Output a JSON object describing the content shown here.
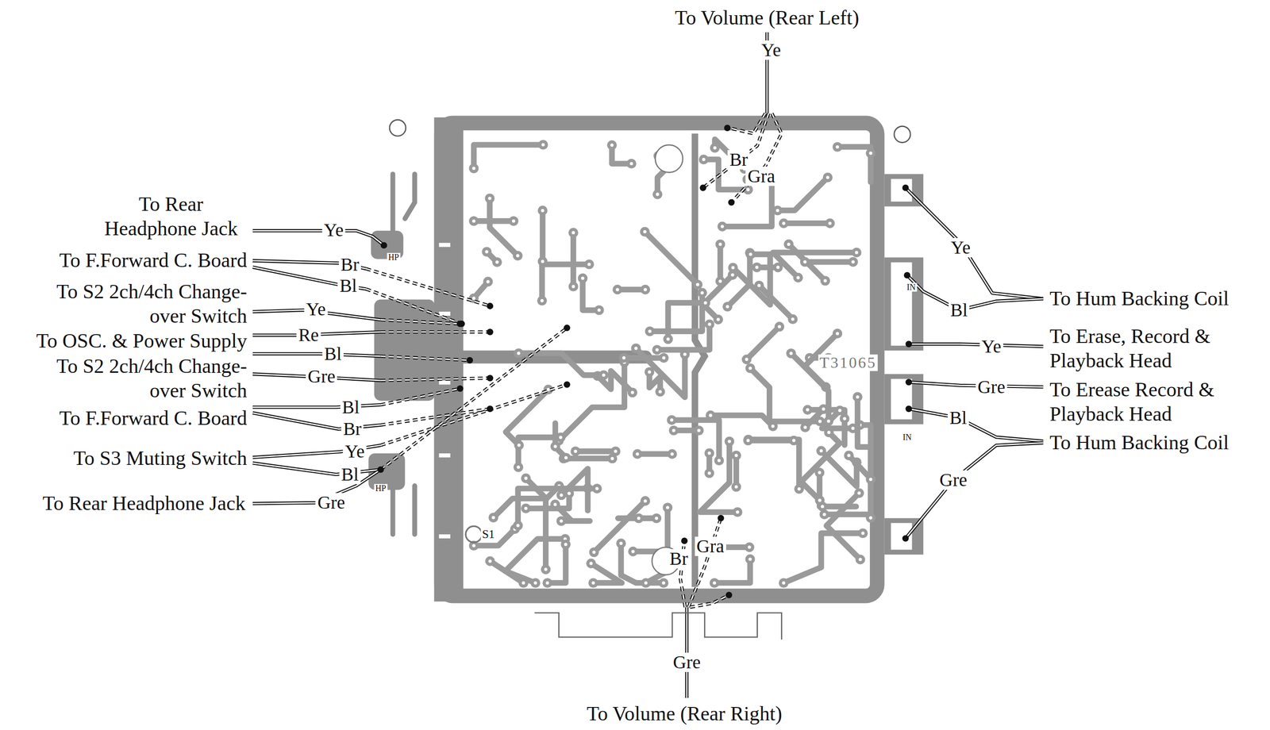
{
  "diagram": {
    "labels": [
      "To Volume (Rear Left)",
      "Ye",
      "Br",
      "Gra",
      "To Rear Headphone Jack",
      "Ye",
      "To F.Forward C. Board",
      "Br",
      "Bl",
      "To S2 2ch/4ch Change-over Switch",
      "Ye",
      "To OSC. & Power Supply",
      "Re",
      "Bl",
      "To S2 2ch/4ch Change-over Switch",
      "Gre",
      "Bl",
      "To F.Forward C. Board",
      "Br",
      "Ye",
      "To S3 Muting Switch",
      "Bl",
      "To Rear Headphone Jack",
      "Gre",
      "HP",
      "HP",
      "T31065",
      "IN",
      "IN",
      "S1",
      "Ye",
      "Bl",
      "To Hum Backing Coil",
      "Ye",
      "To Erase, Record & Playback Head",
      "Gre",
      "To Erease Record & Playback Head",
      "Bl",
      "To Hum Backing Coil",
      "Gre",
      "Br",
      "Gra",
      "Gre",
      "To Volume (Rear Right)"
    ]
  }
}
